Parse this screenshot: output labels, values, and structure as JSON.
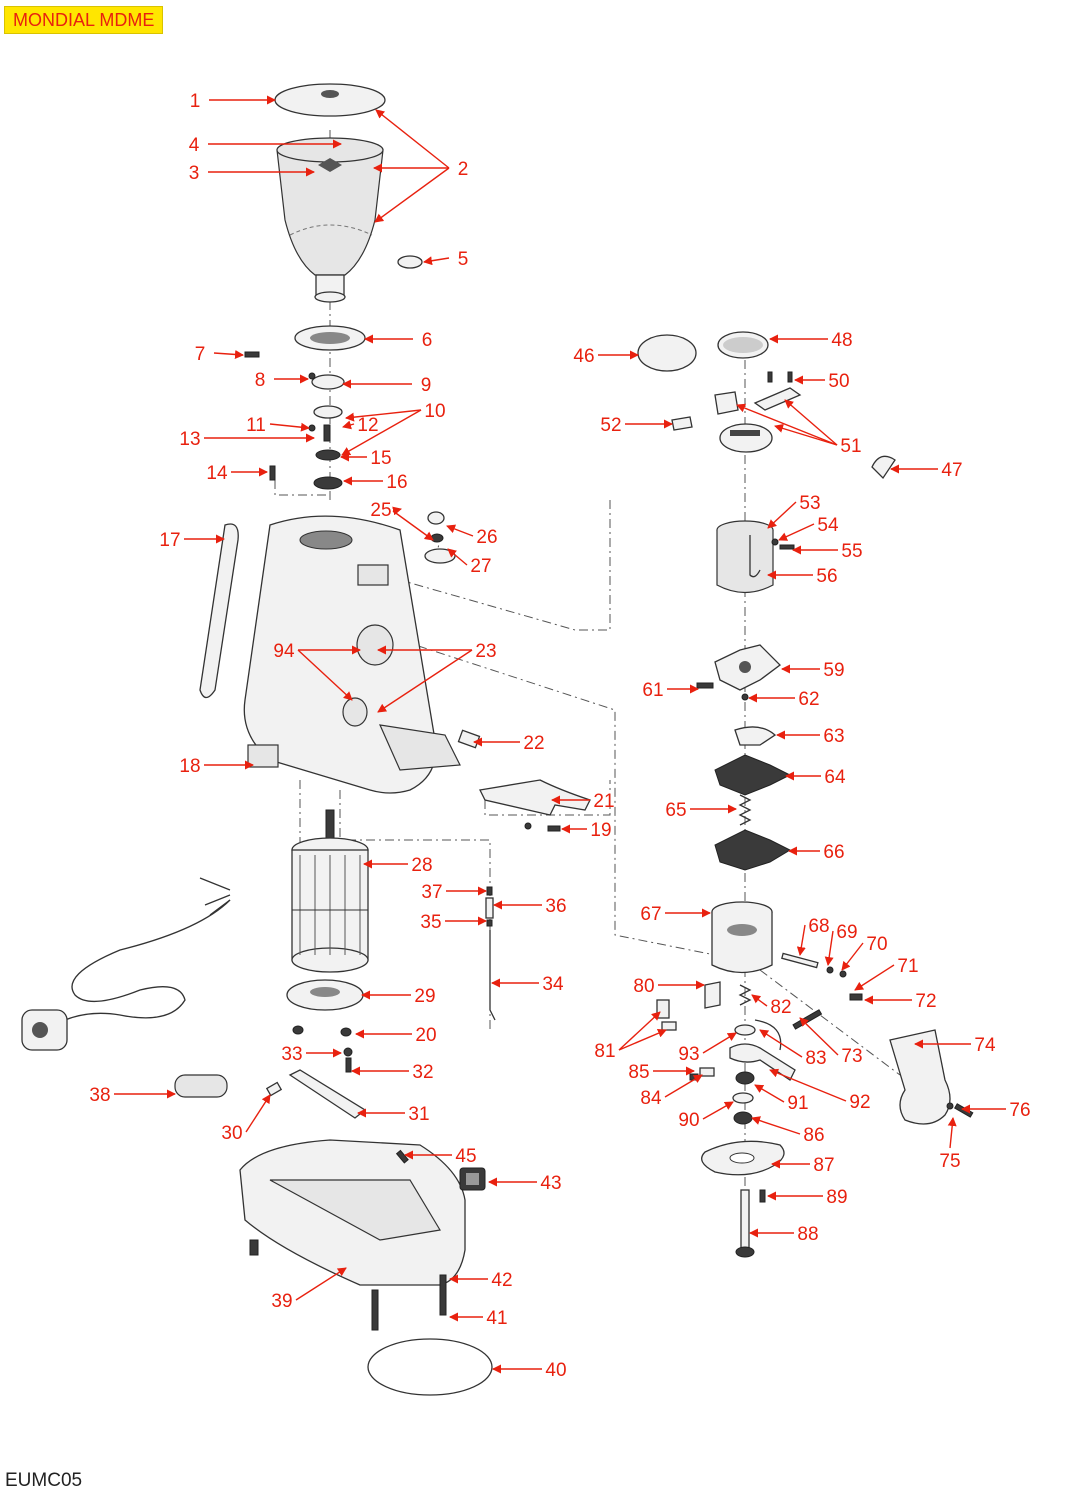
{
  "header": {
    "title": "MONDIAL MDME"
  },
  "footer": {
    "code": "EUMC05"
  },
  "diagram": {
    "leader_color": "#e8210f",
    "title_background": "#ffe600",
    "callouts": [
      "1",
      "2",
      "3",
      "4",
      "5",
      "6",
      "7",
      "8",
      "9",
      "10",
      "11",
      "12",
      "13",
      "14",
      "15",
      "16",
      "17",
      "18",
      "19",
      "20",
      "21",
      "22",
      "23",
      "25",
      "26",
      "27",
      "28",
      "29",
      "30",
      "31",
      "32",
      "33",
      "34",
      "35",
      "36",
      "37",
      "38",
      "39",
      "40",
      "41",
      "42",
      "43",
      "45",
      "46",
      "47",
      "48",
      "50",
      "51",
      "52",
      "53",
      "54",
      "55",
      "56",
      "59",
      "61",
      "62",
      "63",
      "64",
      "65",
      "66",
      "67",
      "68",
      "69",
      "70",
      "71",
      "72",
      "73",
      "74",
      "75",
      "76",
      "80",
      "81",
      "82",
      "83",
      "84",
      "85",
      "86",
      "87",
      "88",
      "89",
      "90",
      "91",
      "92",
      "93",
      "94"
    ]
  }
}
